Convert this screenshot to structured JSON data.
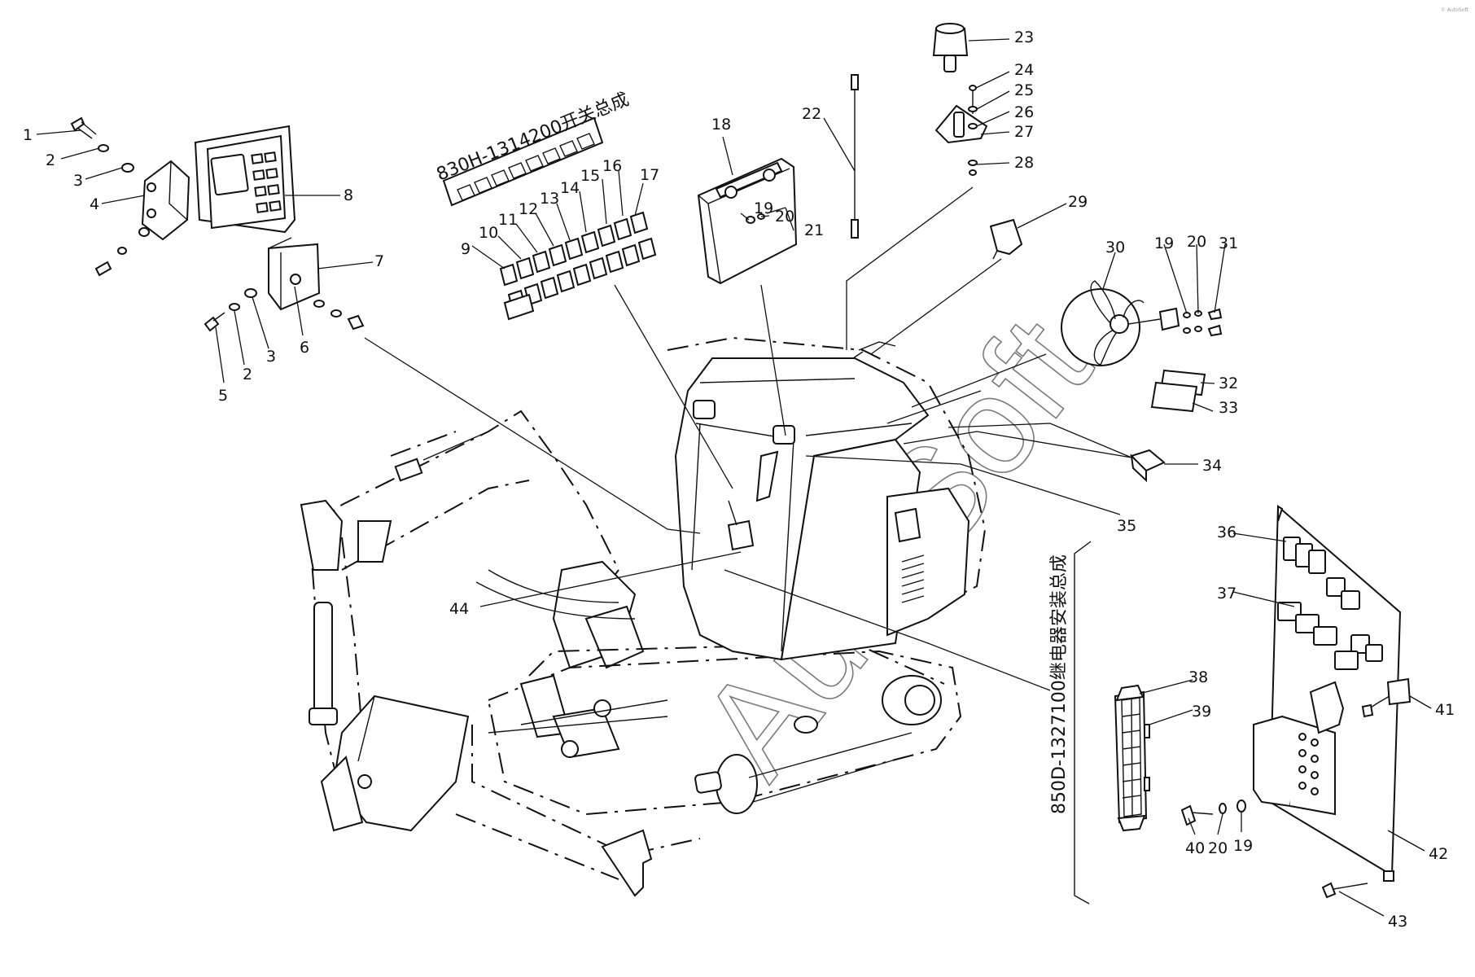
{
  "title": "",
  "assemblies": {
    "switch_assembly": "830H-1314200开关总成",
    "relay_assembly": "850D-1327100继电器安装总成"
  },
  "watermark": "AutoSoft",
  "corner_mark": "© AutoSoft",
  "callouts": [
    {
      "id": "c1",
      "text": "1"
    },
    {
      "id": "c2a",
      "text": "2"
    },
    {
      "id": "c3a",
      "text": "3"
    },
    {
      "id": "c4",
      "text": "4"
    },
    {
      "id": "c5",
      "text": "5"
    },
    {
      "id": "c2b",
      "text": "2"
    },
    {
      "id": "c3b",
      "text": "3"
    },
    {
      "id": "c6",
      "text": "6"
    },
    {
      "id": "c7",
      "text": "7"
    },
    {
      "id": "c8",
      "text": "8"
    },
    {
      "id": "c9",
      "text": "9"
    },
    {
      "id": "c10",
      "text": "10"
    },
    {
      "id": "c11",
      "text": "11"
    },
    {
      "id": "c12",
      "text": "12"
    },
    {
      "id": "c13",
      "text": "13"
    },
    {
      "id": "c14",
      "text": "14"
    },
    {
      "id": "c15",
      "text": "15"
    },
    {
      "id": "c16",
      "text": "16"
    },
    {
      "id": "c17",
      "text": "17"
    },
    {
      "id": "c18",
      "text": "18"
    },
    {
      "id": "c19a",
      "text": "19"
    },
    {
      "id": "c20a",
      "text": "20"
    },
    {
      "id": "c21",
      "text": "21"
    },
    {
      "id": "c22",
      "text": "22"
    },
    {
      "id": "c23",
      "text": "23"
    },
    {
      "id": "c24",
      "text": "24"
    },
    {
      "id": "c25",
      "text": "25"
    },
    {
      "id": "c26",
      "text": "26"
    },
    {
      "id": "c27",
      "text": "27"
    },
    {
      "id": "c28",
      "text": "28"
    },
    {
      "id": "c29",
      "text": "29"
    },
    {
      "id": "c30",
      "text": "30"
    },
    {
      "id": "c19b",
      "text": "19"
    },
    {
      "id": "c20b",
      "text": "20"
    },
    {
      "id": "c31",
      "text": "31"
    },
    {
      "id": "c32",
      "text": "32"
    },
    {
      "id": "c33",
      "text": "33"
    },
    {
      "id": "c34",
      "text": "34"
    },
    {
      "id": "c35",
      "text": "35"
    },
    {
      "id": "c36",
      "text": "36"
    },
    {
      "id": "c37",
      "text": "37"
    },
    {
      "id": "c38",
      "text": "38"
    },
    {
      "id": "c39",
      "text": "39"
    },
    {
      "id": "c41",
      "text": "41"
    },
    {
      "id": "c40",
      "text": "40"
    },
    {
      "id": "c20c",
      "text": "20"
    },
    {
      "id": "c19c",
      "text": "19"
    },
    {
      "id": "c42",
      "text": "42"
    },
    {
      "id": "c43",
      "text": "43"
    },
    {
      "id": "c44",
      "text": "44"
    }
  ]
}
